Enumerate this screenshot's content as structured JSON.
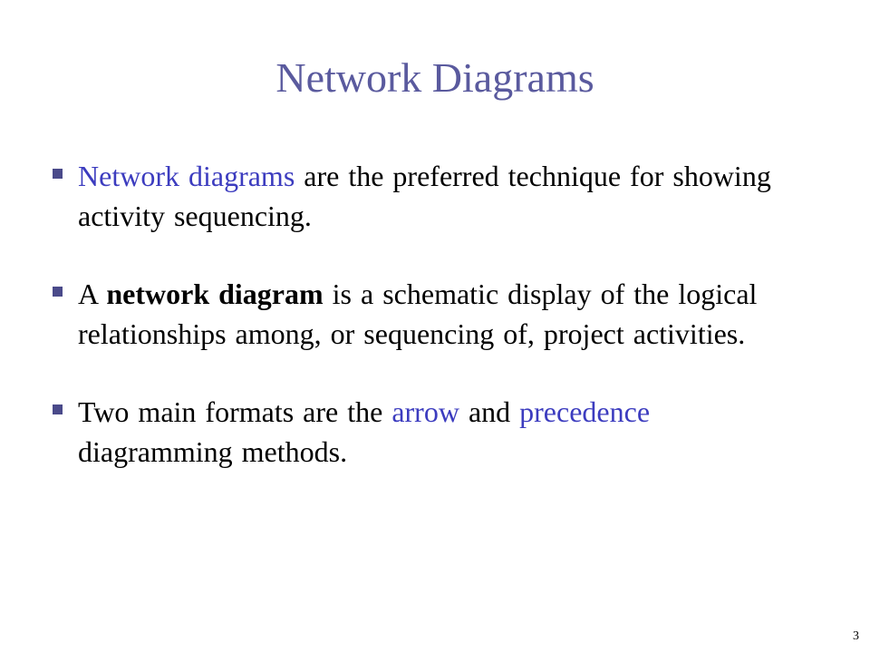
{
  "slide": {
    "title": "Network Diagrams",
    "bullets": [
      {
        "highlight": "Network diagrams",
        "text": " are the preferred technique for showing activity sequencing."
      },
      {
        "prefix": "A ",
        "bold": "network diagram",
        "text": " is a schematic display of the logical relationships among, or sequencing of, project activities."
      },
      {
        "prefix": "Two main formats are the ",
        "highlight1": "arrow",
        "middle": " and ",
        "highlight2": "precedence",
        "suffix": " diagramming methods."
      }
    ],
    "page_number": "3",
    "colors": {
      "title": "#5a5a9e",
      "highlight": "#3c3cbf",
      "bullet_marker": "#4a4a8a"
    }
  }
}
